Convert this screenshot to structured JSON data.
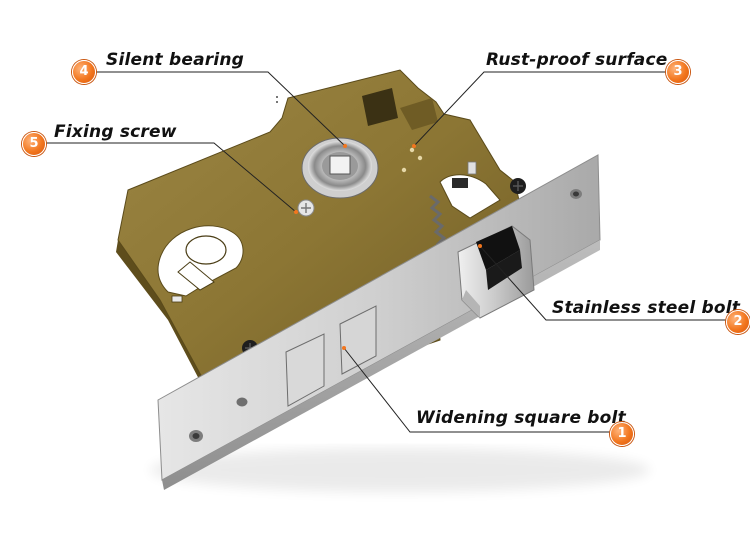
{
  "callouts": [
    {
      "id": "4",
      "text": "Silent bearing"
    },
    {
      "id": "3",
      "text": "Rust-proof surface"
    },
    {
      "id": "5",
      "text": "Fixing screw"
    },
    {
      "id": "2",
      "text": "Stainless steel bolt"
    },
    {
      "id": "1",
      "text": "Widening square bolt"
    }
  ],
  "colors": {
    "case_body": "#8f7a3a",
    "faceplate": "#cdcdcd",
    "badge": "#f2761e",
    "leader_line": "#222222"
  },
  "subject": "mortise-lock-body"
}
